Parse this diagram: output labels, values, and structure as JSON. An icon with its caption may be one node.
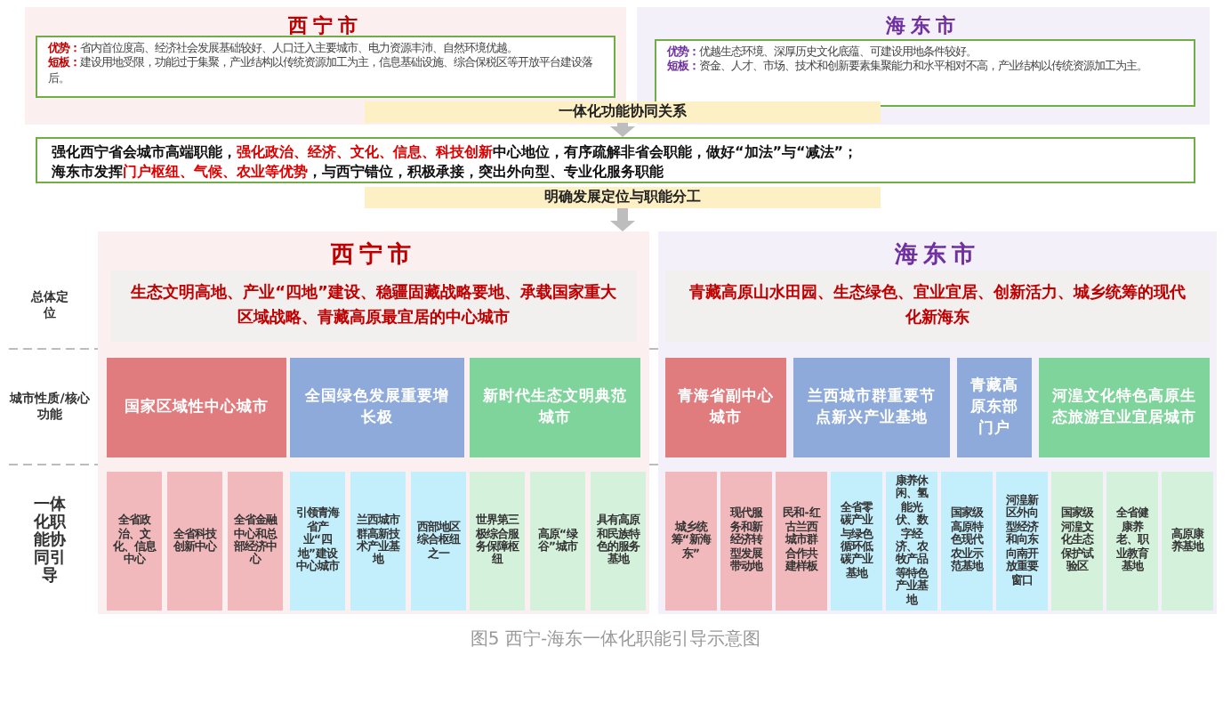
{
  "diagram": {
    "caption": "图5 西宁-海东一体化职能引导示意图",
    "nodes": [
      {
        "text": [
          "西宁市"
        ]
      },
      {
        "text": [
          "**优势：**省内首位度高、经济社会发展基础较好、人口迁入主要城市、电力资源丰沛、自然环境优越。",
          "**短板：**建设用地受限，功能过于集聚，产业结构以传统资源加工为主，信息基础设施、综合保税区等开放平台建设落后。"
        ],
        "in": 0
      },
      {
        "text": [
          "海东市"
        ]
      },
      {
        "text": [
          "**优势：**优越生态环境、深厚历史文化底蕴、可建设用地条件较好。",
          "**短板：**资金、人才、市场、技术和创新要素集聚能力和水平相对不高，产业结构以传统资源加工为主。"
        ],
        "in": 2
      },
      {
        "text": [
          "一体化功能协同关系"
        ]
      },
      {
        "text": [
          "强化西宁省会城市高端职能，**强化政治、经济、文化、信息、科技创新**中心地位，有序疏解非省会职能，做好“加法”与“减法”；",
          "海东市发挥**门户枢纽、气候、农业等优势**，与西宁错位，积极承接，突出外向型、专业化服务职能"
        ]
      },
      {
        "text": [
          "明确发展定位与职能分工"
        ]
      },
      {
        "text": [
          "西宁市"
        ]
      },
      {
        "text": [
          "生态文明高地、产业“四地”建设、稳疆固藏战略要地、承载国家重大区域战略、青藏高原最宜居的中心城市"
        ],
        "in": 7
      },
      {
        "text": [
          "国家区域性中心城市"
        ],
        "in": 7
      },
      {
        "text": [
          "全国绿色发展重要增长极"
        ],
        "in": 7
      },
      {
        "text": [
          "新时代生态文明典范城市"
        ],
        "in": 7
      },
      {
        "text": [
          "全省政治、文化、信息中心"
        ],
        "in": 7
      },
      {
        "text": [
          "全省科技创新中心"
        ],
        "in": 7
      },
      {
        "text": [
          "全省金融中心和总部经济中心"
        ],
        "in": 7
      },
      {
        "text": [
          "引领青海省产业“四地”建设中心城市"
        ],
        "in": 7
      },
      {
        "text": [
          "兰西城市群高新技术产业基地"
        ],
        "in": 7
      },
      {
        "text": [
          "西部地区综合枢纽之一"
        ],
        "in": 7
      },
      {
        "text": [
          "世界第三极综合服务保障枢纽"
        ],
        "in": 7
      },
      {
        "text": [
          "高原“绿谷”城市"
        ],
        "in": 7
      },
      {
        "text": [
          "具有高原和民族特色的服务基地"
        ],
        "in": 7
      },
      {
        "text": [
          "海东市"
        ]
      },
      {
        "text": [
          "青藏高原山水田园、生态绿色、宜业宜居、创新活力、城乡统筹的现代化新海东"
        ],
        "in": 21
      },
      {
        "text": [
          "青海省副中心城市"
        ],
        "in": 21
      },
      {
        "text": [
          "兰西城市群重要节点新兴产业基地"
        ],
        "in": 21
      },
      {
        "text": [
          "青藏高原东部门户"
        ],
        "in": 21
      },
      {
        "text": [
          "河湟文化特色高原生态旅游宜业宜居城市"
        ],
        "in": 21
      },
      {
        "text": [
          "城乡统筹“新海东”"
        ],
        "in": 21
      },
      {
        "text": [
          "现代服务和新经济转型发展带动地"
        ],
        "in": 21
      },
      {
        "text": [
          "民和-红古兰西城市群合作共建样板"
        ],
        "in": 21
      },
      {
        "text": [
          "全省零碳产业与绿色循环低碳产业基地"
        ],
        "in": 21
      },
      {
        "text": [
          "康养休闲、氢能光伏、数字经济、农牧产品等特色产业基地"
        ],
        "in": 21
      },
      {
        "text": [
          "国家级高原特色现代农业示范基地"
        ],
        "in": 21
      },
      {
        "text": [
          "河湟新区外向型经济和向东向南开放重要窗口"
        ],
        "in": 21
      },
      {
        "text": [
          "国家级河湟文化生态保护试验区"
        ],
        "in": 21
      },
      {
        "text": [
          "全省健康养老、职业教育基地"
        ],
        "in": 21
      },
      {
        "text": [
          "高原康养基地"
        ],
        "in": 21
      }
    ],
    "edges": [
      {
        "from": 4,
        "to": 5,
        "arrow": "to"
      },
      {
        "from": 6,
        "to": 7,
        "arrow": "to"
      }
    ],
    "labels": [
      "总体定位",
      "城市性质/核心功能",
      "一体化职能协同引导"
    ]
  }
}
